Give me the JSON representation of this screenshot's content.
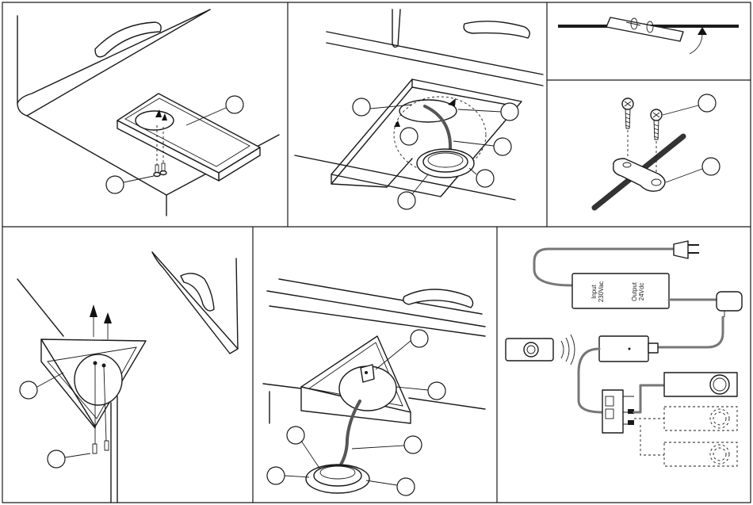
{
  "diagram": {
    "panels": [
      "panel-top-left-screw-mount",
      "panel-top-middle-cable-routing",
      "panel-top-right-cable-clip",
      "panel-right-screw-clip",
      "panel-bottom-left-triangle-mount",
      "panel-bottom-middle-triangle-cable",
      "panel-bottom-right-wiring"
    ],
    "driver": {
      "input_label": "Input",
      "input_value": "230Vac",
      "output_label": "Output",
      "output_value": "24Vdc"
    },
    "icons": [
      "screw-icon",
      "plug-icon",
      "remote-control-icon",
      "receiver-icon",
      "lamp-icon"
    ],
    "colors": {
      "line": "#1a1a1a",
      "cable": "#555555",
      "background": "#ffffff"
    }
  }
}
